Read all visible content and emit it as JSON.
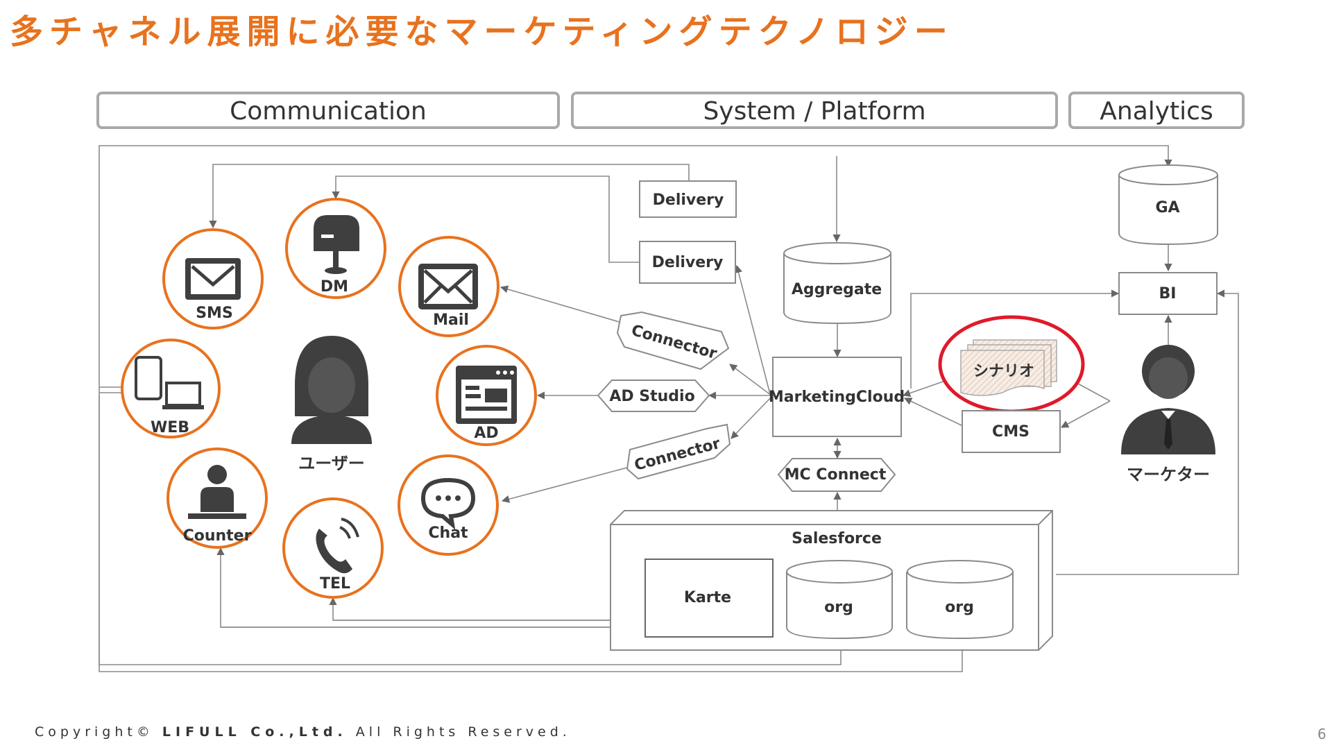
{
  "title": "多チャネル展開に必要なマーケティングテクノロジー",
  "headers": {
    "communication": "Communication",
    "system": "System / Platform",
    "analytics": "Analytics"
  },
  "channels": {
    "sms": "SMS",
    "dm": "DM",
    "mail": "Mail",
    "web": "WEB",
    "ad": "AD",
    "counter": "Counter",
    "tel": "TEL",
    "chat": "Chat"
  },
  "user_label": "ユーザー",
  "marketer_label": "マーケター",
  "nodes": {
    "delivery_1": "Delivery",
    "delivery_2": "Delivery",
    "aggregate": "Aggregate",
    "connector_top": "Connector",
    "connector_bottom": "Connector",
    "ad_studio": "AD Studio",
    "marketing_cloud": "MarketingCloud",
    "mc_connect": "MC Connect",
    "salesforce": "Salesforce",
    "karte": "Karte",
    "org_1": "org",
    "org_2": "org",
    "scenario": "シナリオ",
    "cms": "CMS",
    "ga": "GA",
    "bi": "BI"
  },
  "colors": {
    "accent_orange": "#e8721e",
    "highlight_red": "#e0192a",
    "icon_gray": "#3f3f3f",
    "line_gray": "#8a8a8a"
  },
  "footer": {
    "prefix": "Copyright©",
    "company": "LIFULL Co.,Ltd.",
    "suffix": "All Rights Reserved."
  },
  "page_number": "6"
}
